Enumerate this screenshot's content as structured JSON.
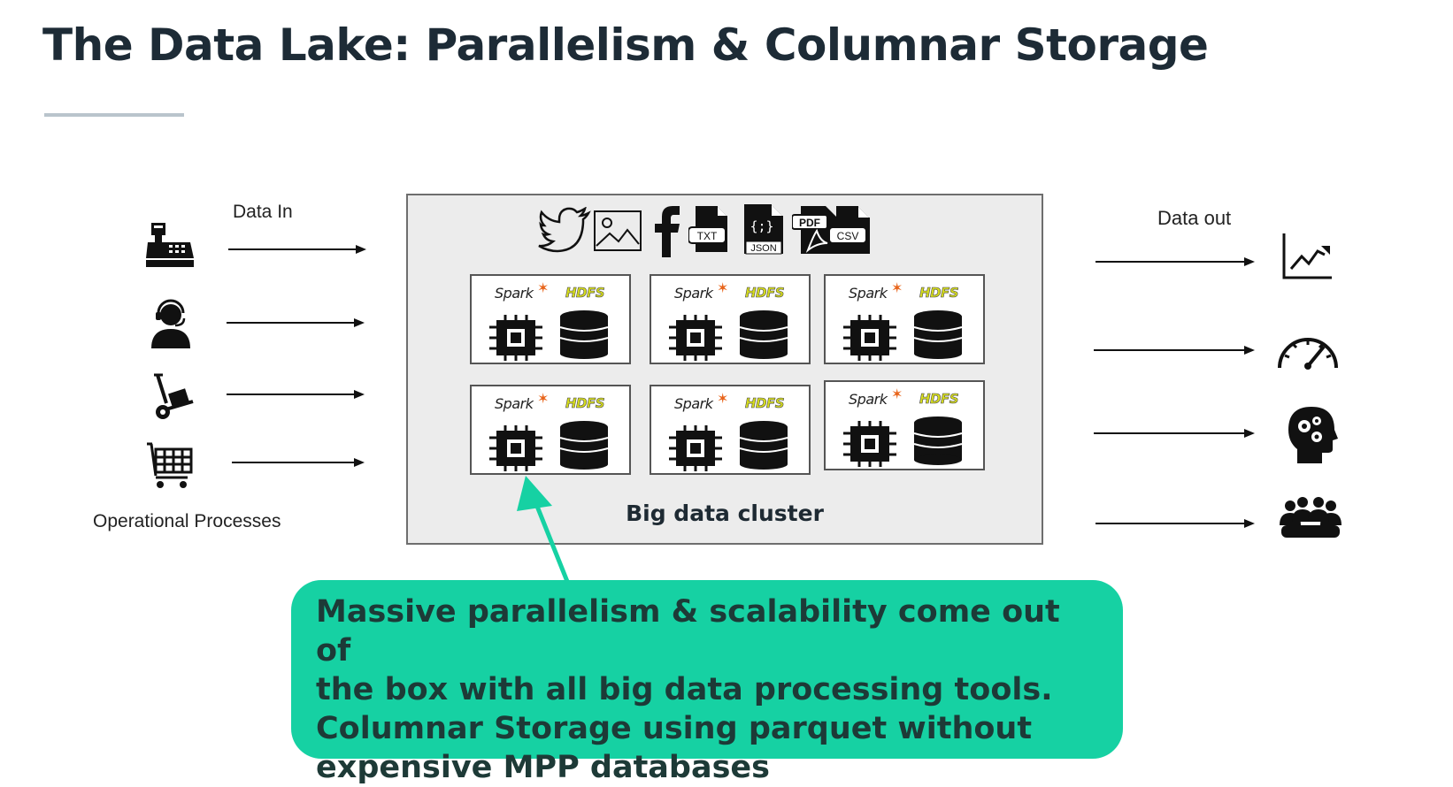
{
  "slide": {
    "title": "The Data Lake: Parallelism & Columnar Storage"
  },
  "left": {
    "data_in_label": "Data In",
    "caption": "Operational Processes",
    "icons": [
      "cash-register-icon",
      "customer-service-icon",
      "hand-truck-icon",
      "shopping-cart-icon"
    ]
  },
  "cluster": {
    "label": "Big data cluster",
    "source_icons": [
      "twitter-icon",
      "image-icon",
      "facebook-icon",
      "txt-file-icon",
      "json-file-icon",
      "pdf-file-icon",
      "csv-file-icon"
    ],
    "file_tags": {
      "txt": "TXT",
      "json": "JSON",
      "pdf": "PDF",
      "csv": "CSV"
    },
    "node_spark_label": "Spark",
    "node_hdfs_label": "HDFS"
  },
  "right": {
    "data_out_label": "Data out",
    "icons": [
      "line-chart-icon",
      "speedometer-icon",
      "head-gears-icon",
      "team-icon"
    ]
  },
  "callout": {
    "lines": [
      "Massive parallelism &  scalability come out of",
      "the box with all big data processing tools.",
      "Columnar Storage using parquet without",
      "expensive MPP databases"
    ],
    "color": "#16d1a3"
  }
}
